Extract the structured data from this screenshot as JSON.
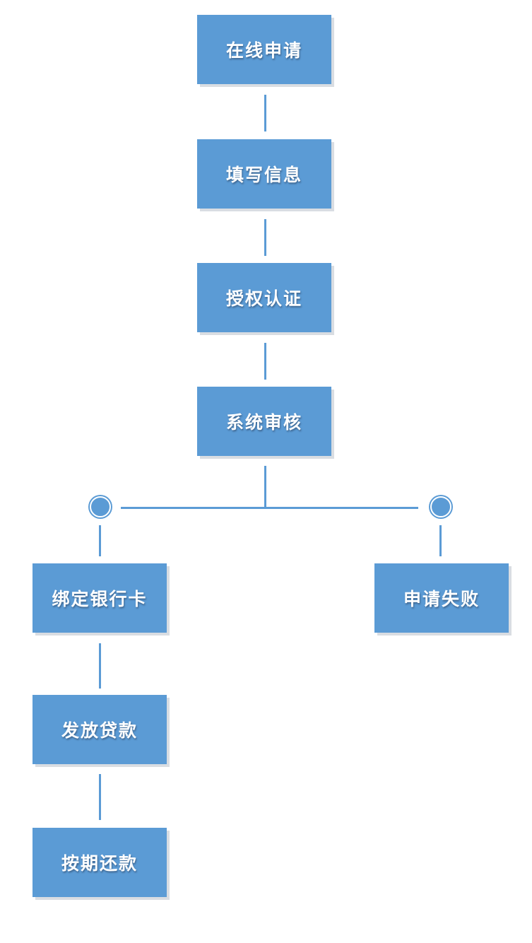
{
  "diagram": {
    "steps": {
      "apply_online": "在线申请",
      "fill_info": "填写信息",
      "authorize": "授权认证",
      "system_review": "系统审核",
      "bind_card": "绑定银行卡",
      "disburse": "发放贷款",
      "repay": "按期还款",
      "failed": "申请失败"
    },
    "colors": {
      "node_fill": "#5b9bd5",
      "connector": "#5b9bd5",
      "node_shadow": "#d9dde2",
      "text": "#ffffff"
    }
  }
}
